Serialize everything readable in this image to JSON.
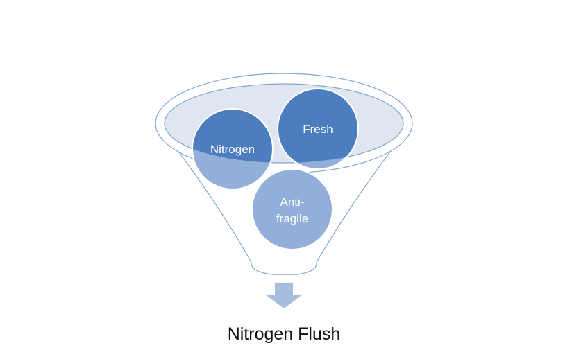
{
  "funnel": {
    "items": [
      {
        "lines": [
          "Nitrogen"
        ]
      },
      {
        "lines": [
          "Fresh"
        ]
      },
      {
        "lines": [
          "Anti-",
          "fragile"
        ]
      }
    ],
    "result": "Nitrogen Flush"
  },
  "colors": {
    "funnel_outline": "#7ea5d4",
    "funnel_rim_fill": "#dfe6f0",
    "circle_dark": "#4b7dbf",
    "circle_light": "#91afd9",
    "arrow": "#a7bddd",
    "text_result": "#111111"
  }
}
